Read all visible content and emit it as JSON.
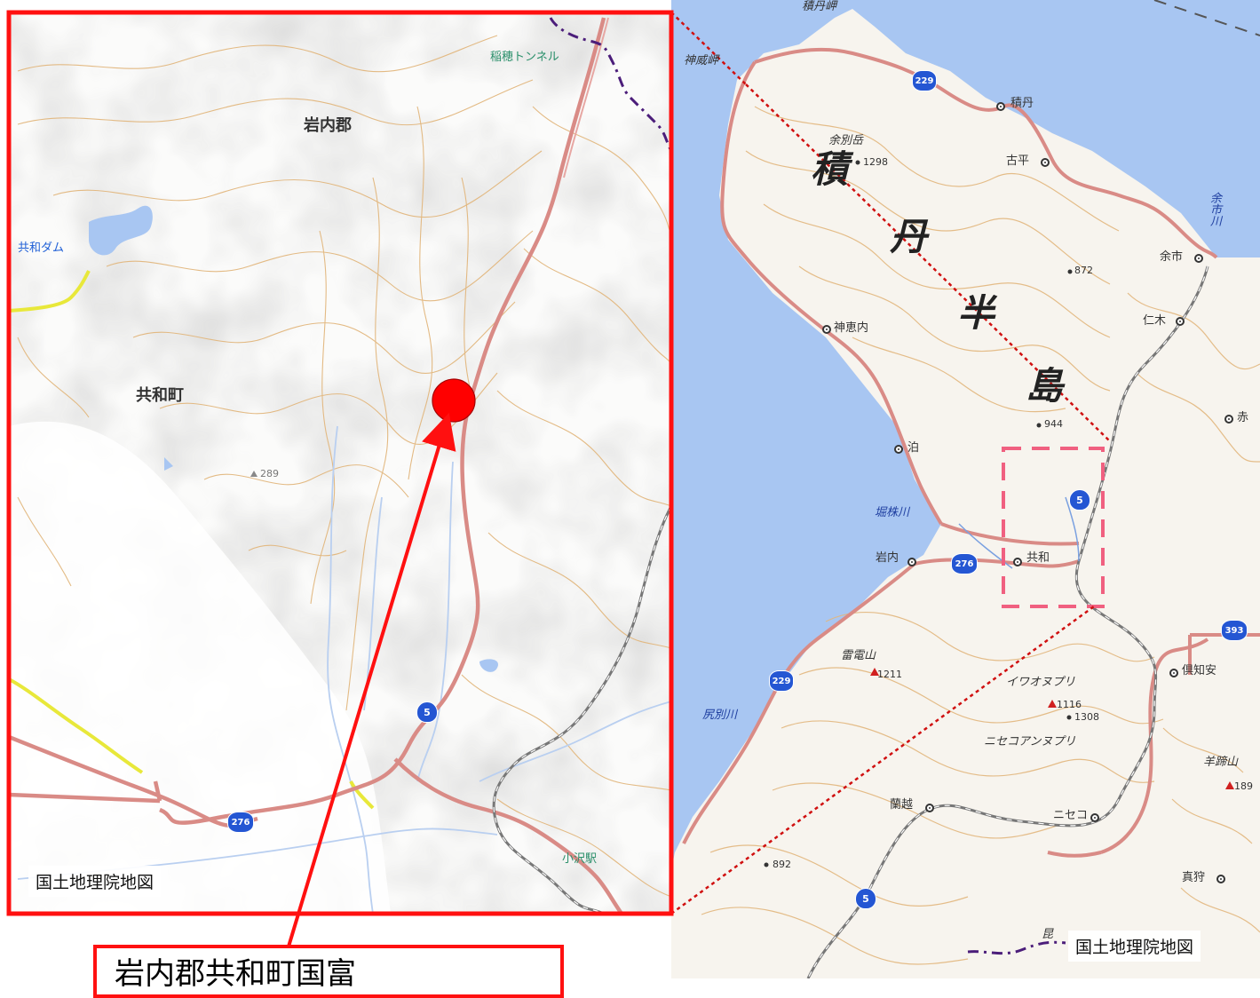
{
  "inset": {
    "district": "岩内郡",
    "town": "共和町",
    "dam": "共和ダム",
    "tunnel": "稲穂トンネル",
    "station": "小沢駅",
    "spot_height": "289",
    "route_5": "5",
    "route_276": "276",
    "credit": "国土地理院地図"
  },
  "overview": {
    "peninsula_chars": [
      "積",
      "丹",
      "半",
      "島"
    ],
    "places": {
      "shakotan_misaki": "積丹岬",
      "kamui_misaki": "神威岬",
      "shakotan": "積丹",
      "furubira": "古平",
      "yoichi": "余市",
      "yoichi_river": "余市川",
      "niki": "仁木",
      "kamoenai": "神恵内",
      "tomari": "泊",
      "horikappu_river": "堀株川",
      "iwanai": "岩内",
      "kyowa": "共和",
      "raidenyama": "雷電山",
      "iwaonupuri": "イワオヌプリ",
      "niseko_annupuri": "ニセコアンヌプリ",
      "shiribetsu_river": "尻別川",
      "kutchan": "倶知安",
      "yoteizan": "羊蹄山",
      "rankoshi": "蘭越",
      "niseko": "ニセコ",
      "makkari": "真狩",
      "akai": "赤",
      "yobetsudake": "余別岳",
      "mountain_small": "昆"
    },
    "heights": {
      "yobetsu": "1298",
      "p872": "872",
      "p944": "944",
      "raiden": "1211",
      "iwao": "1116",
      "niseko": "1308",
      "p892": "892",
      "yotei": "189"
    },
    "routes": {
      "r229a": "229",
      "r229b": "229",
      "r5a": "5",
      "r5b": "5",
      "r276": "276",
      "r393": "393"
    },
    "credit": "国土地理院地図"
  },
  "callout": {
    "text": "岩内郡共和町国富"
  },
  "colors": {
    "frame_red": "#ff1010",
    "sea_blue": "#a8c6f2",
    "road_pink": "#d98b86",
    "contour": "#e2b77e",
    "marker_red": "#ff0000",
    "route_blue": "#2456d3"
  }
}
